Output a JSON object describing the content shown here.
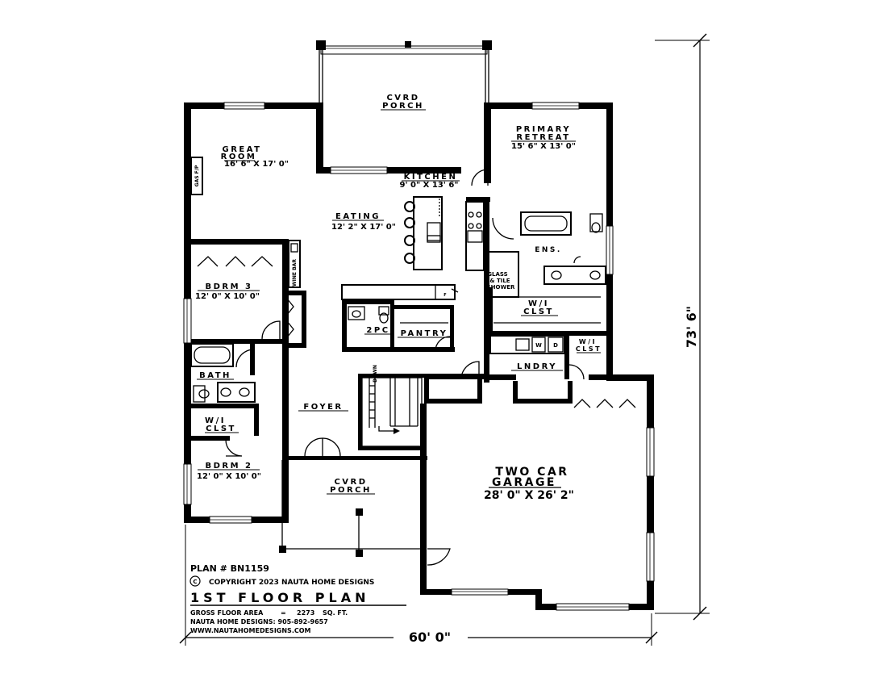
{
  "rooms": {
    "porch_top": {
      "name1": "CVRD",
      "name2": "PORCH"
    },
    "great_room": {
      "name1": "GREAT",
      "name2": "ROOM",
      "dims": "16' 6\" X 17' 0\""
    },
    "primary": {
      "name1": "PRIMARY",
      "name2": "RETREAT",
      "dims": "15' 6\" X 13' 0\""
    },
    "kitchen": {
      "name": "KITCHEN",
      "dims": "9' 0\" X 13' 6\""
    },
    "eating": {
      "name": "EATING",
      "dims": "12' 2\" X 17' 0\""
    },
    "ens": {
      "name": "ENS."
    },
    "shower": {
      "line1": "GLASS",
      "line2": "& TILE",
      "line3": "SHOWER"
    },
    "wic_primary": {
      "line1": "W/I",
      "line2": "CLST"
    },
    "bdrm3": {
      "name": "BDRM 3",
      "dims": "12' 0\" X 10' 0\""
    },
    "wine_bar": {
      "name": "WINE BAR"
    },
    "gas_fp": {
      "name": "GAS F/P"
    },
    "pc2": {
      "name": "2PC"
    },
    "pantry": {
      "name": "PANTRY"
    },
    "bath": {
      "name": "BATH"
    },
    "lndry": {
      "name": "LNDRY"
    },
    "wic_lndry": {
      "line1": "W/I",
      "line2": "CLST"
    },
    "foyer": {
      "name": "FOYER"
    },
    "wic_bdrm2": {
      "line1": "W/I",
      "line2": "CLST"
    },
    "bdrm2": {
      "name": "BDRM 2",
      "dims": "12' 0\" X 10' 0\""
    },
    "porch_front": {
      "name1": "CVRD",
      "name2": "PORCH"
    },
    "garage": {
      "name1": "TWO CAR",
      "name2": "GARAGE",
      "dims": "28' 0\" X 26' 2\""
    }
  },
  "stair": {
    "label": "DOWN"
  },
  "appliances": {
    "washer": "W",
    "dryer": "D",
    "fridge": "F"
  },
  "title_block": {
    "plan_no": "PLAN # BN1159",
    "copyright_symbol": "C",
    "copyright": "COPYRIGHT 2023 NAUTA HOME DESIGNS",
    "title": "1ST FLOOR PLAN",
    "area_label": "GROSS FLOOR AREA",
    "area_eq": "=",
    "area_value": "2273",
    "area_unit": "SQ. FT.",
    "phone": "NAUTA HOME DESIGNS: 905-892-9657",
    "website": "WWW.NAUTAHOMEDESIGNS.COM"
  },
  "dimensions": {
    "width": "60' 0\"",
    "depth": "73' 6\""
  }
}
